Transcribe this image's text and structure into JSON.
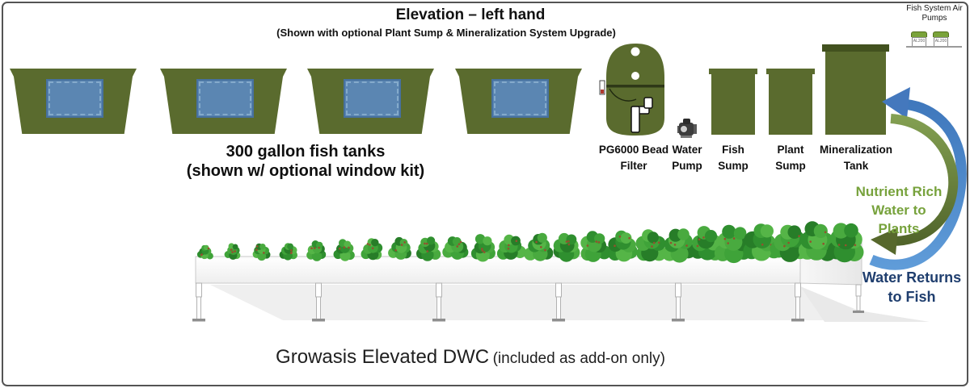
{
  "colors": {
    "tank_green": "#5a6b2e",
    "tank_green_dark": "#42511f",
    "window_blue": "#5b86b2",
    "window_border": "#47719f",
    "window_dots": "#84aacb",
    "arrow_blue_light": "#63a0dc",
    "arrow_blue_dark": "#3a72b8",
    "arrow_green_light": "#93b25e",
    "arrow_green_dark": "#4e6128",
    "label_green": "#77a23c",
    "label_navy": "#1f3e6e",
    "pump_green": "#7aa33a"
  },
  "header": {
    "title": "Elevation – left hand",
    "subtitle": "(Shown with optional Plant Sump & Mineralization System Upgrade)"
  },
  "fish_tanks": {
    "count": 4,
    "label_line1": "300 gallon fish tanks",
    "label_line2": "(shown w/ optional window kit)"
  },
  "equipment": {
    "bead_filter": {
      "label_line1": "PG6000 Bead",
      "label_line2": "Filter"
    },
    "water_pump": {
      "label_line1": "Water",
      "label_line2": "Pump"
    },
    "fish_sump": {
      "label_line1": "Fish",
      "label_line2": "Sump"
    },
    "plant_sump": {
      "label_line1": "Plant",
      "label_line2": "Sump"
    },
    "mineralization_tank": {
      "label_line1": "Mineralization",
      "label_line2": "Tank"
    }
  },
  "air_pumps": {
    "label_line1": "Fish System Air",
    "label_line2": "Pumps",
    "unit_label": "AL200",
    "count": 2
  },
  "flow_labels": {
    "to_plants": [
      "Nutrient Rich",
      "Water to",
      "Plants"
    ],
    "to_fish": [
      "Water Returns",
      "to Fish"
    ]
  },
  "dwc": {
    "caption_main": "Growasis Elevated DWC",
    "caption_note": "(included as add-on only)",
    "plant_count": 24,
    "leg_count": 6
  }
}
